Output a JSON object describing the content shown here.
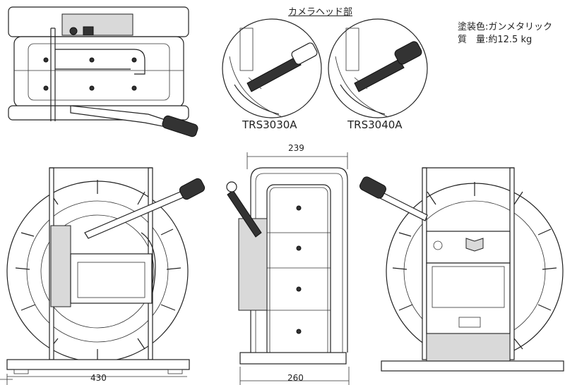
{
  "camera_head_title": "カメラヘッド部",
  "spec": {
    "color_line": "塗装色:ガンメタリック",
    "mass_line": "質　量:約12.5 kg"
  },
  "models": [
    "TRS3030A",
    "TRS3040A"
  ],
  "dimensions": {
    "front_width": "430",
    "side_top_width": "239",
    "side_base_width": "260"
  }
}
